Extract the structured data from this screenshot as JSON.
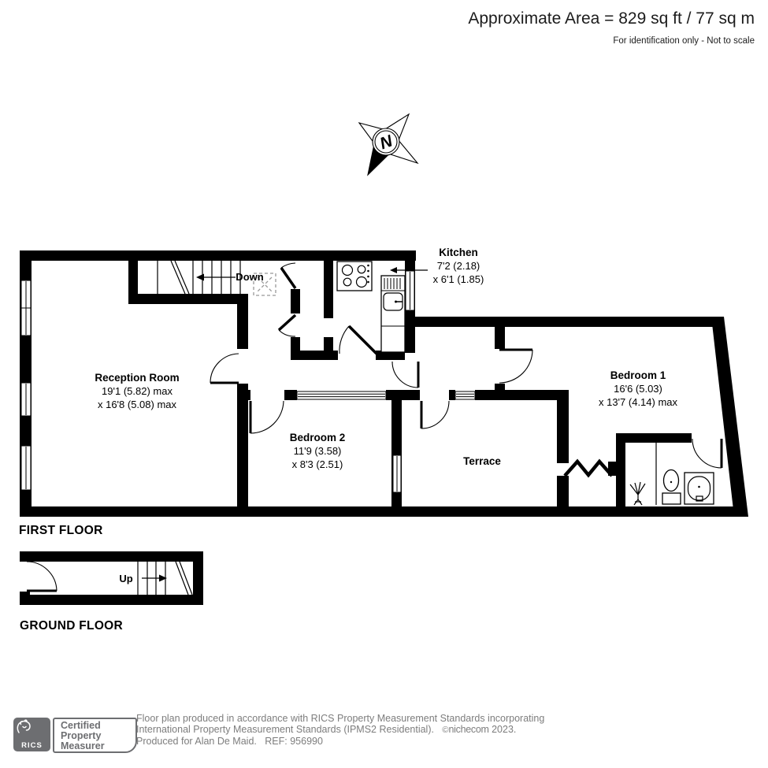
{
  "header": {
    "area_text": "Approximate Area = 829 sq ft / 77 sq m",
    "disclaimer": "For identification only - Not to scale"
  },
  "compass": {
    "north_label": "N"
  },
  "first_floor": {
    "floor_label": "FIRST FLOOR",
    "stairs_label": "Down",
    "rooms": {
      "kitchen": {
        "name": "Kitchen",
        "dim1": "7'2 (2.18)",
        "dim2": "x 6'1 (1.85)"
      },
      "reception": {
        "name": "Reception Room",
        "dim1": "19'1 (5.82) max",
        "dim2": "x 16'8 (5.08) max"
      },
      "bedroom2": {
        "name": "Bedroom 2",
        "dim1": "11'9 (3.58)",
        "dim2": "x 8'3 (2.51)"
      },
      "terrace": {
        "name": "Terrace"
      },
      "bedroom1": {
        "name": "Bedroom 1",
        "dim1": "16'6 (5.03)",
        "dim2": "x 13'7 (4.14) max"
      }
    }
  },
  "ground_floor": {
    "floor_label": "GROUND FLOOR",
    "stairs_label": "Up"
  },
  "footer": {
    "rics_word": "RICS",
    "badge_lines": {
      "l1": "Certified",
      "l2": "Property",
      "l3": "Measurer"
    },
    "line1": "Floor plan produced in accordance with RICS Property Measurement Standards incorporating",
    "line2_prefix": "International Property Measurement Standards (IPMS2 Residential).",
    "line2_copy": "©",
    "line2_brand": "nichecom",
    "line2_year": "2023.",
    "line3": "Produced for Alan De Maid.   REF: 956990"
  },
  "colors": {
    "wall": "#000000",
    "footer_gray": "#6d6e71",
    "text_gray": "#7d7d7d"
  }
}
